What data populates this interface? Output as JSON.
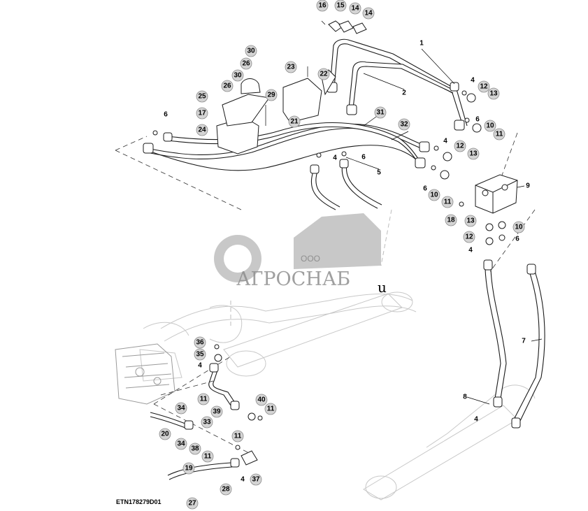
{
  "figure_code": "ETN178279D01",
  "watermark": {
    "company_prefix": "ООО",
    "company_name": "АГРОСНАБ",
    "suffix": "u"
  },
  "callouts": [
    {
      "id": "c01",
      "label": "16"
    },
    {
      "id": "c02",
      "label": "15"
    },
    {
      "id": "c03",
      "label": "14"
    },
    {
      "id": "c04",
      "label": "14"
    },
    {
      "id": "c05",
      "label": "30"
    },
    {
      "id": "c06",
      "label": "26"
    },
    {
      "id": "c07",
      "label": "30"
    },
    {
      "id": "c08",
      "label": "26"
    },
    {
      "id": "c09",
      "label": "25"
    },
    {
      "id": "c10",
      "label": "17"
    },
    {
      "id": "c11",
      "label": "24"
    },
    {
      "id": "c12",
      "label": "23"
    },
    {
      "id": "c13",
      "label": "22"
    },
    {
      "id": "c14",
      "label": "29"
    },
    {
      "id": "c15",
      "label": "21"
    },
    {
      "id": "c16",
      "label": "31"
    },
    {
      "id": "c17",
      "label": "32"
    },
    {
      "id": "c18",
      "label": "12"
    },
    {
      "id": "c19",
      "label": "13"
    },
    {
      "id": "c20",
      "label": "10"
    },
    {
      "id": "c21",
      "label": "11"
    },
    {
      "id": "c22",
      "label": "12"
    },
    {
      "id": "c23",
      "label": "13"
    },
    {
      "id": "c24",
      "label": "10"
    },
    {
      "id": "c25",
      "label": "11"
    },
    {
      "id": "c26",
      "label": "18"
    },
    {
      "id": "c27",
      "label": "13"
    },
    {
      "id": "c28",
      "label": "10"
    },
    {
      "id": "c29",
      "label": "12"
    },
    {
      "id": "c30",
      "label": "36"
    },
    {
      "id": "c31",
      "label": "35"
    },
    {
      "id": "c32",
      "label": "34"
    },
    {
      "id": "c33",
      "label": "11"
    },
    {
      "id": "c34",
      "label": "39"
    },
    {
      "id": "c35",
      "label": "40"
    },
    {
      "id": "c36",
      "label": "11"
    },
    {
      "id": "c37",
      "label": "33"
    },
    {
      "id": "c38",
      "label": "20"
    },
    {
      "id": "c39",
      "label": "34"
    },
    {
      "id": "c40",
      "label": "38"
    },
    {
      "id": "c41",
      "label": "11"
    },
    {
      "id": "c42",
      "label": "11"
    },
    {
      "id": "c43",
      "label": "19"
    },
    {
      "id": "c44",
      "label": "37"
    },
    {
      "id": "c45",
      "label": "28"
    },
    {
      "id": "c46",
      "label": "27"
    }
  ],
  "plain_labels": [
    {
      "id": "p01",
      "label": "1"
    },
    {
      "id": "p02",
      "label": "2"
    },
    {
      "id": "p03",
      "label": "4"
    },
    {
      "id": "p04",
      "label": "6"
    },
    {
      "id": "p05",
      "label": "6"
    },
    {
      "id": "p06",
      "label": "4"
    },
    {
      "id": "p07",
      "label": "6"
    },
    {
      "id": "p08",
      "label": "5"
    },
    {
      "id": "p09",
      "label": "4"
    },
    {
      "id": "p10",
      "label": "6"
    },
    {
      "id": "p11",
      "label": "9"
    },
    {
      "id": "p12",
      "label": "6"
    },
    {
      "id": "p13",
      "label": "4"
    },
    {
      "id": "p14",
      "label": "7"
    },
    {
      "id": "p15",
      "label": "8"
    },
    {
      "id": "p16",
      "label": "4"
    },
    {
      "id": "p17",
      "label": "4"
    },
    {
      "id": "p18",
      "label": "4"
    }
  ]
}
